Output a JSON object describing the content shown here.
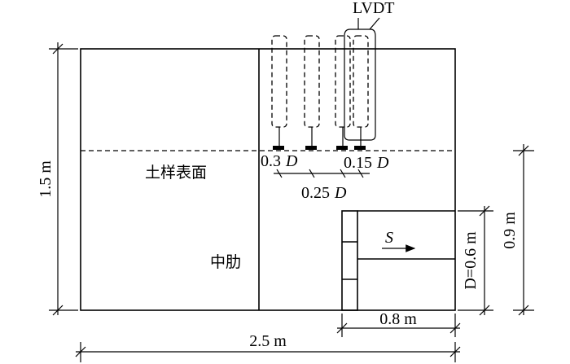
{
  "labels": {
    "lvdt": "LVDT",
    "soil_surface": "土样表面",
    "middle_rib": "中肋",
    "spacing_03": "0.3",
    "spacing_015": "0.15",
    "spacing_025": "0.25",
    "d_symbol": "D",
    "height_15": "1.5 m",
    "width_25": "2.5 m",
    "height_09": "0.9 m",
    "footing_height": "D=0.6 m",
    "footing_width": "0.8 m",
    "movement": "S"
  }
}
